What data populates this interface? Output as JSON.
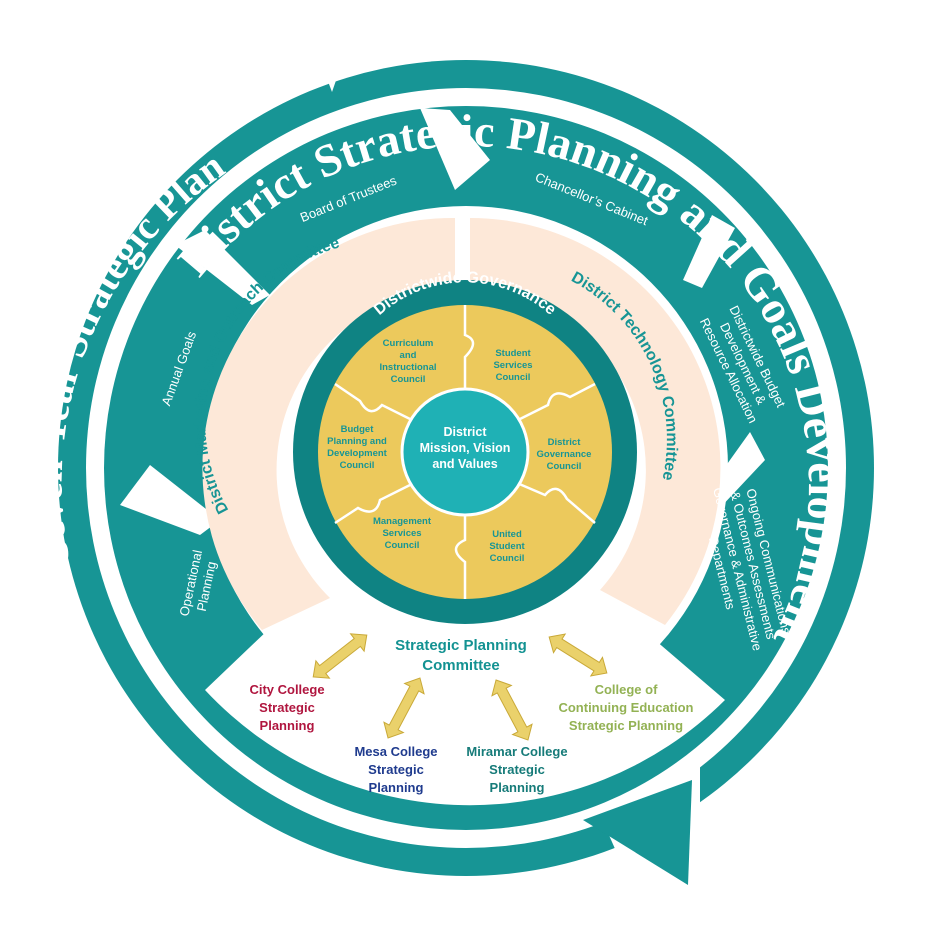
{
  "outer_ring": {
    "top_title": "District Strategic Planning and Goals Development",
    "left_title": "Seven-Year Strategic Plan"
  },
  "process_arrows": {
    "operational_planning": [
      "Operational",
      "Planning"
    ],
    "annual_goals": "Annual Goals",
    "board_of_trustees": "Board of Trustees",
    "chancellors_cabinet": "Chancellor’s Cabinet",
    "budget_development": [
      "Districtwide Budget",
      "Development &",
      "Resource Allocation"
    ],
    "ongoing_communications": [
      "Ongoing Communications",
      "& Outcomes Assessments",
      "Governance & Administrative",
      "Departments"
    ]
  },
  "committee_band": {
    "left": "District Marketing and Outreach Committee",
    "right": "District Technology Committee"
  },
  "governance": {
    "title": "Districtwide Governance",
    "center": [
      "District",
      "Mission, Vision",
      "and Values"
    ],
    "pieces": {
      "curriculum": [
        "Curriculum",
        "and",
        "Instructional",
        "Council"
      ],
      "student_services": [
        "Student",
        "Services",
        "Council"
      ],
      "district_governance": [
        "District",
        "Governance",
        "Council"
      ],
      "united_student": [
        "United",
        "Student",
        "Council"
      ],
      "management_services": [
        "Management",
        "Services",
        "Council"
      ],
      "budget_planning": [
        "Budget",
        "Planning and",
        "Development",
        "Council"
      ]
    }
  },
  "planning": {
    "committee": [
      "Strategic Planning",
      "Committee"
    ],
    "city": [
      "City College",
      "Strategic",
      "Planning"
    ],
    "mesa": [
      "Mesa College",
      "Strategic",
      "Planning"
    ],
    "miramar": [
      "Miramar College",
      "Strategic",
      "Planning"
    ],
    "continuing": [
      "College of",
      "Continuing Education",
      "Strategic Planning"
    ]
  },
  "colors": {
    "teal": "#179595",
    "teal_dark": "#0f8383",
    "peach": "#fde8d8",
    "gold": "#ecc95c",
    "gold_arrow": "#ead16b",
    "center": "#1fb1b5",
    "city": "#b0163f",
    "mesa": "#1f3b8e",
    "miramar": "#167b79",
    "continuing": "#93b254",
    "committee": "#139292"
  }
}
